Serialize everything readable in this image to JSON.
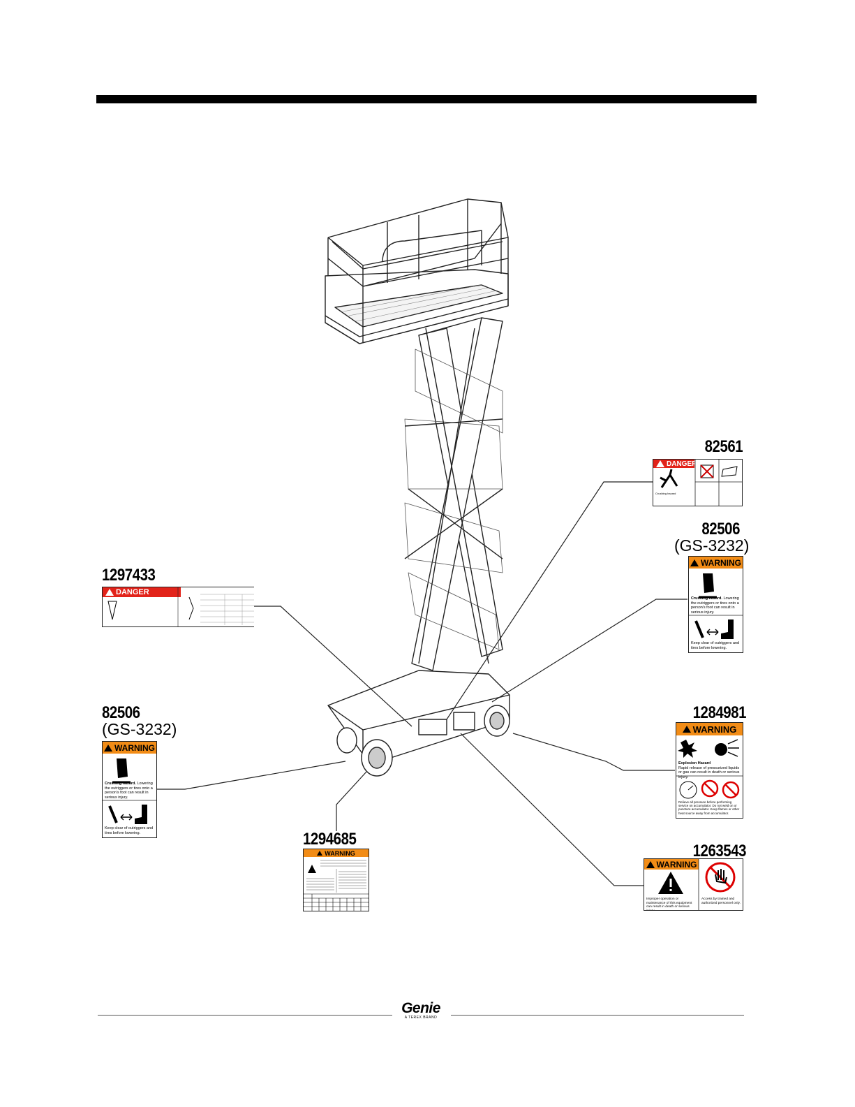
{
  "labels": {
    "d82561": {
      "number": "82561",
      "header": "DANGER"
    },
    "d82506_right": {
      "number": "82506",
      "sub": "(GS-3232)",
      "header": "WARNING",
      "text1": "Crushing hazard.",
      "text1b": "Lowering the outriggers or tires onto a person's foot can result in serious injury.",
      "text2": "Keep clear of outriggers and tires before lowering."
    },
    "d1297433": {
      "number": "1297433",
      "header": "DANGER"
    },
    "d82506_left": {
      "number": "82506",
      "sub": "(GS-3232)",
      "header": "WARNING",
      "text1": "Crushing hazard.",
      "text1b": "Lowering the outriggers or tires onto a person's foot can result in serious injury.",
      "text2": "Keep clear of outriggers and tires before lowering."
    },
    "d1284981": {
      "number": "1284981",
      "header": "WARNING",
      "text1": "Explosion Hazard",
      "text1b": "Rapid release of pressurized liquids or gas can result in death or serious injury.",
      "text2": "Relieve all pressure before performing service on accumulator. Do not weld on or puncture accumulator. Keep flames or other heat source away from accumulator."
    },
    "d1294685": {
      "number": "1294685",
      "header": "WARNING"
    },
    "d1263543": {
      "number": "1263543",
      "header": "WARNING",
      "text1": "Improper operation or maintenance of this equipment can result in death or serious injury.",
      "text2": "Access by trained and authorized personnel only."
    }
  },
  "footer": {
    "logo": "Genie",
    "logo_sub": "A TEREX BRAND"
  },
  "icons": [
    "warning-triangle-icon",
    "crushing-foot-icon",
    "explosion-icon",
    "pressure-gauge-icon",
    "no-flame-icon",
    "stop-hand-icon",
    "scissor-lift-illustration"
  ]
}
